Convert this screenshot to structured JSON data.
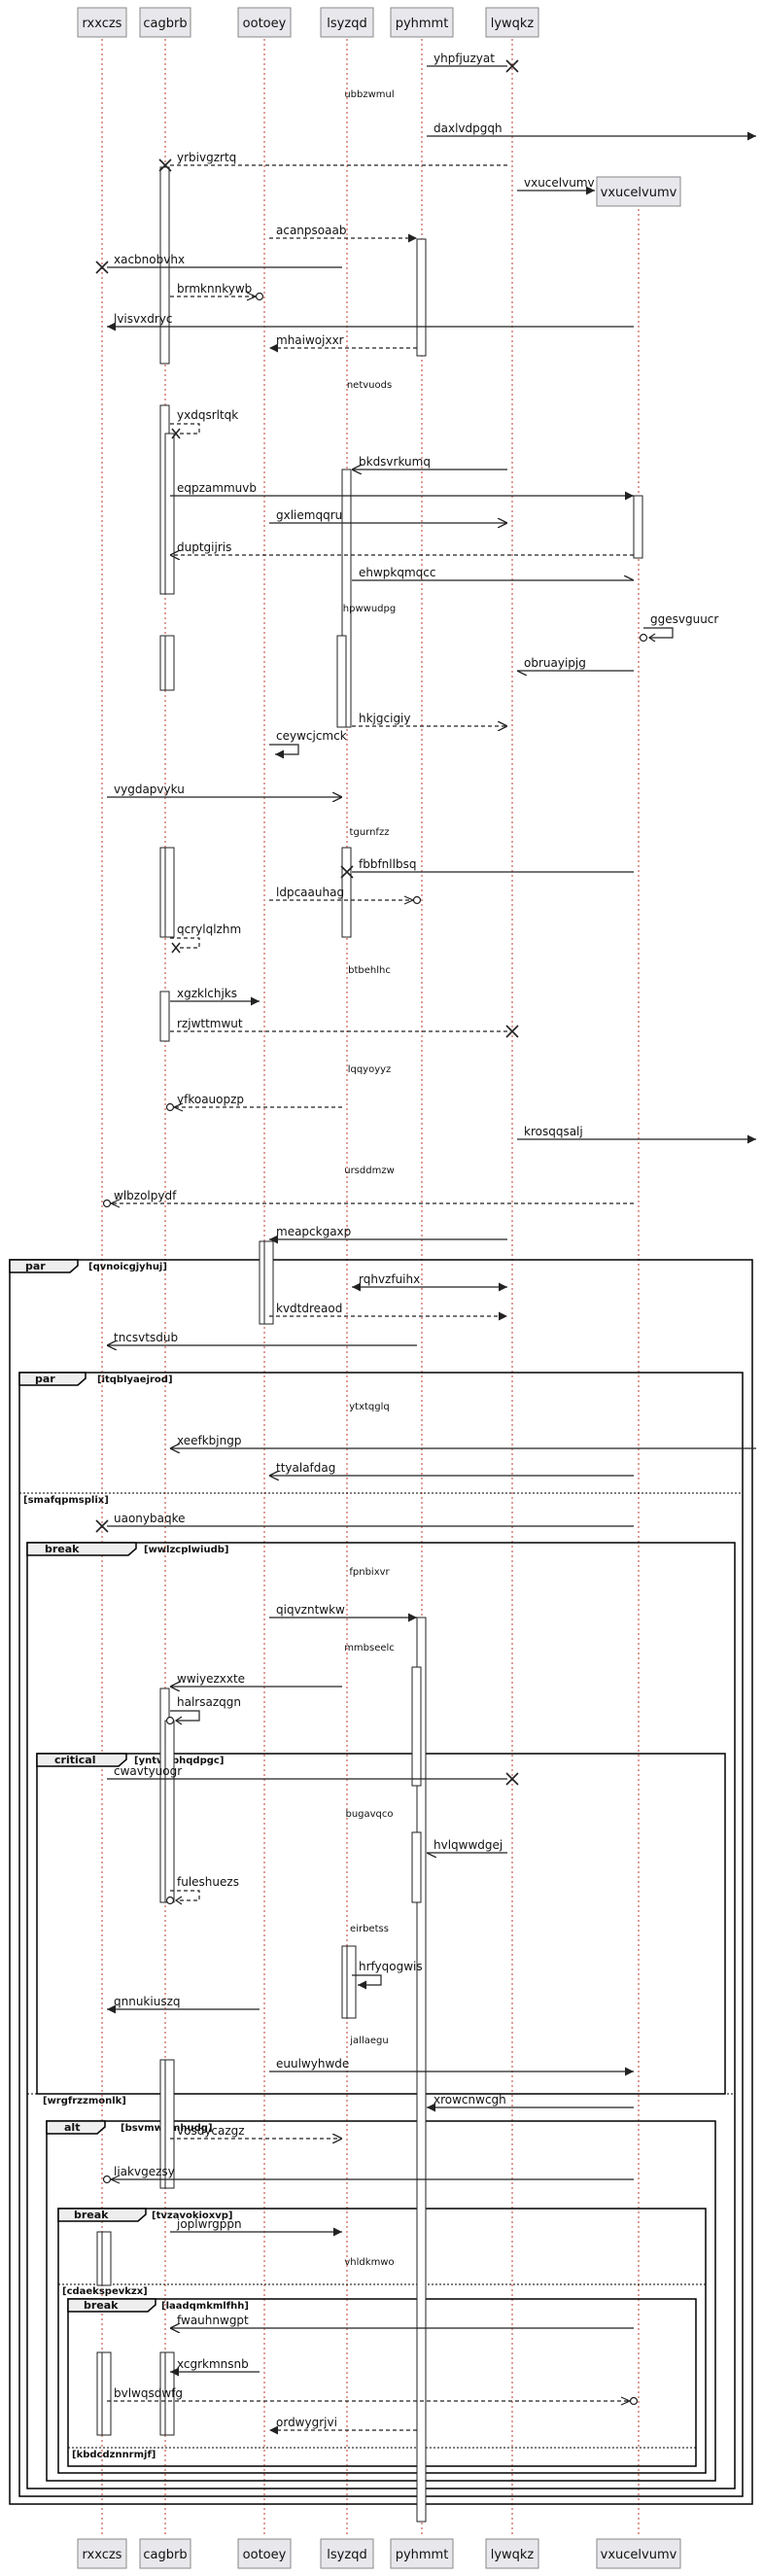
{
  "participants": [
    {
      "id": "rxxczs",
      "label": "rxxczs"
    },
    {
      "id": "cagbrb",
      "label": "cagbrb"
    },
    {
      "id": "ootoey",
      "label": "ootoey"
    },
    {
      "id": "lsyzqd",
      "label": "lsyzqd"
    },
    {
      "id": "pyhmmt",
      "label": "pyhmmt"
    },
    {
      "id": "lywqkz",
      "label": "lywqkz"
    },
    {
      "id": "vxucelvumv",
      "label": "vxucelvumv"
    }
  ],
  "messages": [
    {
      "from": "pyhmmt",
      "to": "lywqkz",
      "label": "yhpfjuzyat",
      "line": "solid",
      "head": "destroy"
    },
    {
      "divider": "ubbzwmul"
    },
    {
      "from": "pyhmmt",
      "to": "out",
      "label": "daxlvdpgqh",
      "line": "solid",
      "head": "filled"
    },
    {
      "from": "lywqkz",
      "to": "cagbrb",
      "label": "yrbivgzrtq",
      "line": "dashed",
      "head": "destroy"
    },
    {
      "from": "lywqkz",
      "to": "vxucelvumv",
      "label": "vxucelvumv",
      "line": "solid",
      "head": "create"
    },
    {
      "from": "ootoey",
      "to": "pyhmmt",
      "label": "acanpsoaab",
      "line": "dashed",
      "head": "filled"
    },
    {
      "from": "lsyzqd",
      "to": "rxxczs",
      "label": "xacbnobvhx",
      "line": "solid",
      "head": "destroy"
    },
    {
      "from": "cagbrb",
      "to": "ootoey",
      "label": "brmknnkywb",
      "line": "dashed",
      "head": "circle-open"
    },
    {
      "from": "vxucelvumv",
      "to": "rxxczs",
      "label": "lvisvxdryc",
      "line": "solid",
      "head": "filled"
    },
    {
      "from": "pyhmmt",
      "to": "ootoey",
      "label": "mhaiwojxxr",
      "line": "dashed",
      "head": "filled"
    },
    {
      "divider": "netvuods"
    },
    {
      "from": "cagbrb",
      "to": "cagbrb",
      "label": "yxdqsrltqk",
      "line": "dashed",
      "head": "destroy"
    },
    {
      "from": "lywqkz",
      "to": "lsyzqd",
      "label": "bkdsvrkumq",
      "line": "solid",
      "head": "open"
    },
    {
      "from": "cagbrb",
      "to": "vxucelvumv",
      "label": "eqpzammuvb",
      "line": "solid",
      "head": "filled"
    },
    {
      "from": "ootoey",
      "to": "lywqkz",
      "label": "gxliemqqru",
      "line": "solid",
      "head": "open"
    },
    {
      "from": "vxucelvumv",
      "to": "cagbrb",
      "label": "duptgijris",
      "line": "dashed",
      "head": "open"
    },
    {
      "from": "lsyzqd",
      "to": "vxucelvumv",
      "label": "ehwpkqmqcc",
      "line": "solid",
      "head": "half"
    },
    {
      "divider": "hpwwudpg"
    },
    {
      "from": "vxucelvumv",
      "to": "vxucelvumv",
      "label": "ggesvguucr",
      "line": "solid",
      "head": "circle-filled"
    },
    {
      "from": "vxucelvumv",
      "to": "lywqkz",
      "label": "obruayipjg",
      "line": "solid",
      "head": "half"
    },
    {
      "from": "lsyzqd",
      "to": "lywqkz",
      "label": "hkjgcigiy",
      "line": "dashed",
      "head": "open"
    },
    {
      "from": "ootoey",
      "to": "ootoey",
      "label": "ceywcjcmck",
      "line": "solid",
      "head": "filled"
    },
    {
      "from": "rxxczs",
      "to": "lsyzqd",
      "label": "vygdapvyku",
      "line": "solid",
      "head": "open"
    },
    {
      "divider": "tgurnfzz"
    },
    {
      "from": "vxucelvumv",
      "to": "lsyzqd",
      "label": "fbbfnllbsq",
      "line": "solid",
      "head": "destroy"
    },
    {
      "from": "ootoey",
      "to": "pyhmmt",
      "label": "ldpcaauhag",
      "line": "dashed",
      "head": "circle-open"
    },
    {
      "from": "cagbrb",
      "to": "cagbrb",
      "label": "qcrylqlzhm",
      "line": "dashed",
      "head": "destroy"
    },
    {
      "divider": "btbehlhc"
    },
    {
      "from": "cagbrb",
      "to": "ootoey",
      "label": "xgzklchjks",
      "line": "solid",
      "head": "filled"
    },
    {
      "from": "cagbrb",
      "to": "lywqkz",
      "label": "rzjwttmwut",
      "line": "dashed",
      "head": "destroy"
    },
    {
      "divider": "lqqyoyyz"
    },
    {
      "from": "lsyzqd",
      "to": "cagbrb",
      "label": "yfkoauopzp",
      "line": "dashed",
      "head": "circle-open"
    },
    {
      "from": "lywqkz",
      "to": "out",
      "label": "krosqqsalj",
      "line": "solid",
      "head": "filled"
    },
    {
      "divider": "ursddmzw"
    },
    {
      "from": "vxucelvumv",
      "to": "rxxczs",
      "label": "wlbzolpydf",
      "line": "dashed",
      "head": "circle-open"
    },
    {
      "from": "lywqkz",
      "to": "ootoey",
      "label": "meapckgaxp",
      "line": "solid",
      "head": "filled"
    },
    {
      "from": "lsyzqd",
      "to": "lywqkz",
      "label": "rqhvzfuihx",
      "line": "solid",
      "head": "filled",
      "bidirectional": true
    },
    {
      "from": "ootoey",
      "to": "lywqkz",
      "label": "kvdtdreaod",
      "line": "dashed",
      "head": "filled"
    },
    {
      "from": "pyhmmt",
      "to": "rxxczs",
      "label": "tncsvtsdub",
      "line": "solid",
      "head": "open"
    },
    {
      "divider": "ytxtqglq"
    },
    {
      "from": "out",
      "to": "cagbrb",
      "label": "xeefkbjngp",
      "line": "solid",
      "head": "open"
    },
    {
      "from": "vxucelvumv",
      "to": "ootoey",
      "label": "ttyalafdag",
      "line": "solid",
      "head": "open"
    },
    {
      "from": "vxucelvumv",
      "to": "rxxczs",
      "label": "uaonybaqke",
      "line": "solid",
      "head": "destroy"
    },
    {
      "divider": "fpnbixvr"
    },
    {
      "from": "ootoey",
      "to": "pyhmmt",
      "label": "qiqvzntwkw",
      "line": "solid",
      "head": "filled"
    },
    {
      "divider": "mmbseelc"
    },
    {
      "from": "lsyzqd",
      "to": "cagbrb",
      "label": "wwiyezxxte",
      "line": "solid",
      "head": "open"
    },
    {
      "from": "cagbrb",
      "to": "cagbrb",
      "label": "halrsazqgn",
      "line": "solid",
      "head": "circle-filled"
    },
    {
      "from": "rxxczs",
      "to": "lywqkz",
      "label": "cwavtyuogr",
      "line": "solid",
      "head": "destroy"
    },
    {
      "divider": "bugavqco"
    },
    {
      "from": "lywqkz",
      "to": "pyhmmt",
      "label": "hvlqwwdgej",
      "line": "solid",
      "head": "half"
    },
    {
      "from": "cagbrb",
      "to": "cagbrb",
      "label": "fuleshuezs",
      "line": "dashed",
      "head": "circle-filled"
    },
    {
      "divider": "eirbetss"
    },
    {
      "from": "lsyzqd",
      "to": "lsyzqd",
      "label": "hrfyqogwis",
      "line": "solid",
      "head": "filled"
    },
    {
      "from": "ootoey",
      "to": "rxxczs",
      "label": "qnnukiuszq",
      "line": "solid",
      "head": "filled"
    },
    {
      "divider": "jallaegu"
    },
    {
      "from": "ootoey",
      "to": "vxucelvumv",
      "label": "euulwyhwde",
      "line": "solid",
      "head": "filled"
    },
    {
      "from": "vxucelvumv",
      "to": "pyhmmt",
      "label": "xrowcnwcgh",
      "line": "solid",
      "head": "filled"
    },
    {
      "from": "cagbrb",
      "to": "lsyzqd",
      "label": "vosdycazgz",
      "line": "dashed",
      "head": "open"
    },
    {
      "from": "vxucelvumv",
      "to": "rxxczs",
      "label": "liakvgezsy",
      "line": "solid",
      "head": "circle-open"
    },
    {
      "from": "cagbrb",
      "to": "lsyzqd",
      "label": "joplwrgppn",
      "line": "solid",
      "head": "filled"
    },
    {
      "divider": "vhldkmwo"
    },
    {
      "from": "vxucelvumv",
      "to": "cagbrb",
      "label": "fwauhnwgpt",
      "line": "solid",
      "head": "open"
    },
    {
      "from": "ootoey",
      "to": "cagbrb",
      "label": "xcgrkmnsnb",
      "line": "solid",
      "head": "filled"
    },
    {
      "from": "rxxczs",
      "to": "vxucelvumv",
      "label": "bvlwqsdwfg",
      "line": "dashed",
      "head": "circle-open"
    },
    {
      "from": "pyhmmt",
      "to": "ootoey",
      "label": "ordwygrjvi",
      "line": "dashed",
      "head": "filled"
    }
  ],
  "fragments": [
    {
      "kind": "par",
      "guard": "[qvnoicgjyhuj]"
    },
    {
      "kind": "par",
      "guard": "[itqblyaejrod]"
    },
    {
      "kind": "else",
      "guard": "[smafqpmsplix]"
    },
    {
      "kind": "break",
      "guard": "[wwlzcplwiudb]"
    },
    {
      "kind": "critical",
      "guard": "[yntwabhqdpgc]"
    },
    {
      "kind": "else",
      "guard": "[wrgfrzzmonlk]"
    },
    {
      "kind": "alt",
      "guard": "[bsvmwhmhudg]"
    },
    {
      "kind": "break",
      "guard": "[tvzavokioxvp]"
    },
    {
      "kind": "else",
      "guard": "[cdaekspevkzx]"
    },
    {
      "kind": "break",
      "guard": "[laadqmkmlfhh]"
    },
    {
      "kind": "else",
      "guard": "[kbdcdznnrmjf]"
    }
  ]
}
